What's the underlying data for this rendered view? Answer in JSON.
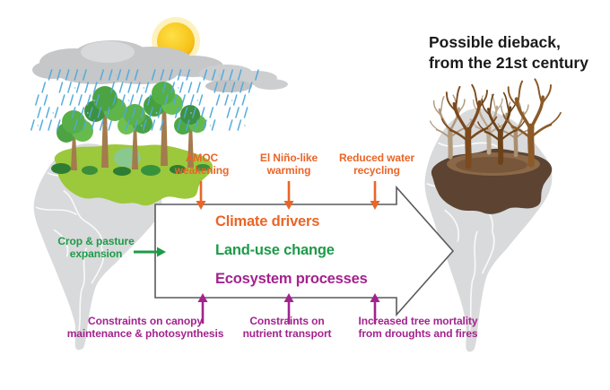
{
  "header": {
    "title_line1": "Possible dieback,",
    "title_line2": "from the 21st century"
  },
  "process_arrow": {
    "lines": [
      {
        "label": "Climate drivers"
      },
      {
        "label": "Land-use change"
      },
      {
        "label": "Ecosystem processes"
      }
    ]
  },
  "climate_driver_labels": [
    {
      "line1": "AMOC",
      "line2": "weakening"
    },
    {
      "line1": "El Niño-like",
      "line2": "warming"
    },
    {
      "line1": "Reduced water",
      "line2": "recycling"
    }
  ],
  "land_use_label": {
    "line1": "Crop & pasture",
    "line2": "expansion"
  },
  "ecosystem_labels": [
    {
      "line1": "Constraints on canopy",
      "line2": "maintenance & photosynthesis"
    },
    {
      "line1": "Constraints on",
      "line2": "nutrient transport"
    },
    {
      "line1": "Increased tree mortality",
      "line2": "from droughts and fires"
    }
  ],
  "colors": {
    "climate_orange": "#EA6528",
    "land_use_green": "#1D9B49",
    "ecosystem_purple": "#A3238E",
    "title_black": "#1A1A1A",
    "arrow_outline_gray": "#595A5C",
    "map_gray": "#D9DADB",
    "healthy_canopy_green": "#9CC83C",
    "dieback_brown": "#5C4332",
    "rain_blue": "#4FA9DC",
    "sun_yellow": "#F5C518"
  },
  "illustrations": {
    "left": "healthy Amazon rainforest with rain clouds and sun over South America map",
    "right": "dead dried forest (dieback) over South America map"
  }
}
